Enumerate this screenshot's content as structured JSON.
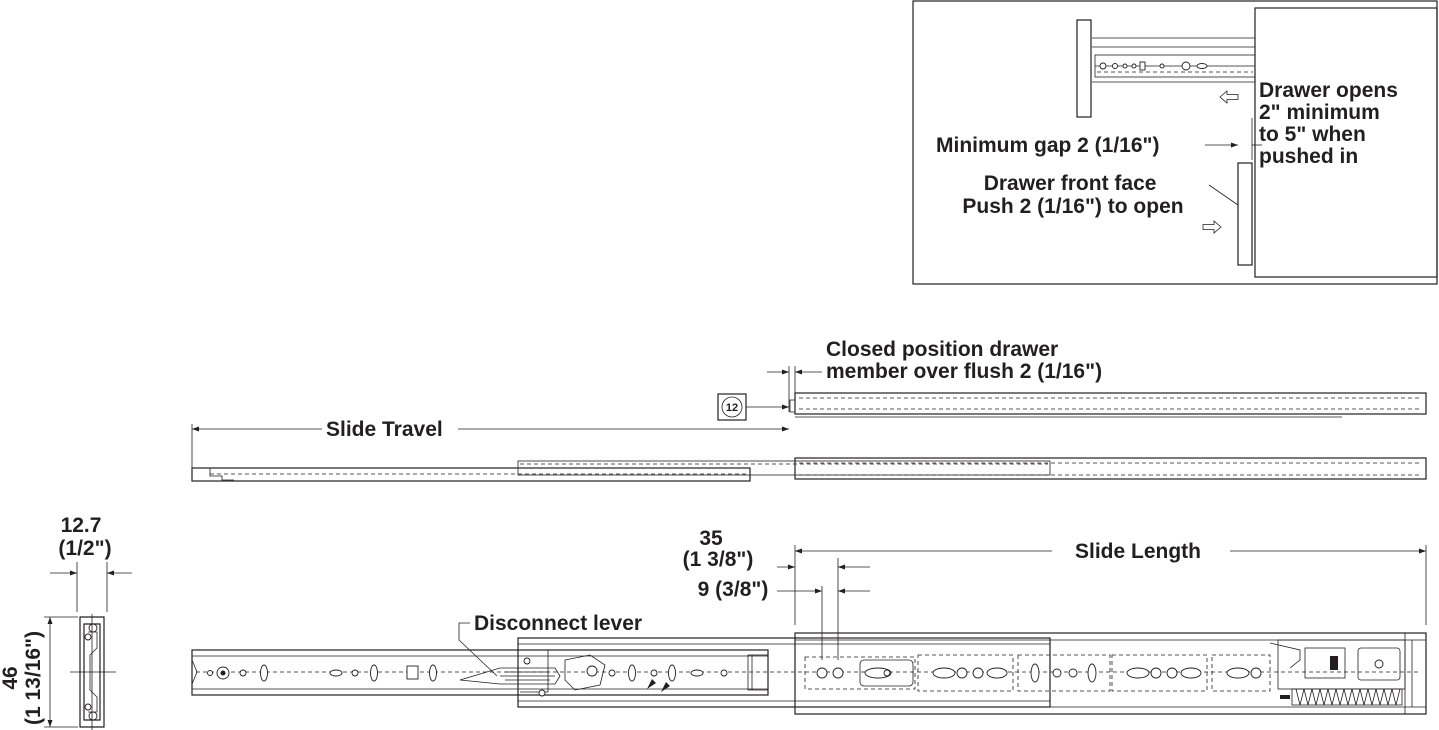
{
  "inset": {
    "drawer_opens": [
      "Drawer opens",
      "2\" minimum",
      "to 5\" when",
      "pushed in"
    ],
    "min_gap": "Minimum gap 2 (1/16\")",
    "front_face": [
      "Drawer front face",
      "Push 2 (1/16\") to open"
    ]
  },
  "closed_position": [
    "Closed position drawer",
    "member over flush 2 (1/16\")"
  ],
  "callout_number": "12",
  "slide_travel": "Slide Travel",
  "slide_length": "Slide Length",
  "dim_35": [
    "35",
    "(1 3/8\")"
  ],
  "dim_9": "9 (3/8\")",
  "dim_width": [
    "12.7",
    "(1/2\")"
  ],
  "dim_height": [
    "46",
    "(1 13/16\")"
  ],
  "disconnect_lever": "Disconnect lever",
  "colors": {
    "line": "#231f20",
    "background": "#ffffff"
  },
  "icons": [
    "arrow-left-icon",
    "arrow-right-icon",
    "callout-number-badge"
  ]
}
